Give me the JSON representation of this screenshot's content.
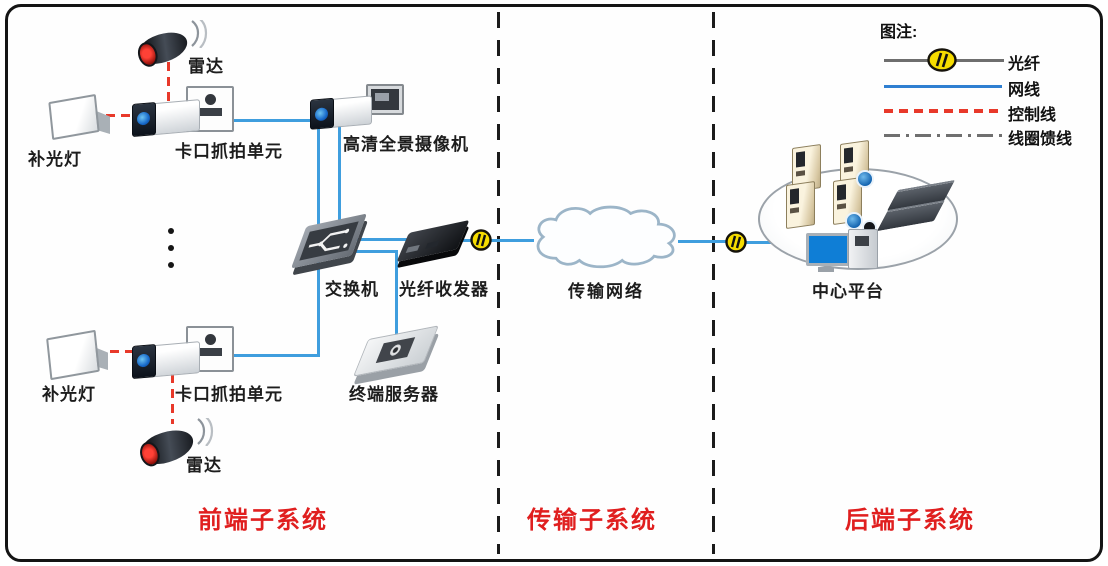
{
  "legend": {
    "title": "图注:",
    "items": [
      {
        "label": "光纤",
        "style": "fiber-with-connector",
        "color": "#6e6e6e"
      },
      {
        "label": "网线",
        "style": "solid",
        "color": "#2f7fd1"
      },
      {
        "label": "控制线",
        "style": "dashed",
        "color": "#e8392a"
      },
      {
        "label": "线圈馈线",
        "style": "dash-dot",
        "color": "#6f6f6f"
      }
    ]
  },
  "zones": {
    "front": "前端子系统",
    "transmission": "传输子系统",
    "back": "后端子系统"
  },
  "nodes": {
    "radar_top": "雷达",
    "fill_light_top": "补光灯",
    "capture_unit_top": "卡口抓拍单元",
    "panoramic_camera": "高清全景摄像机",
    "switch": "交换机",
    "fiber_transceiver": "光纤收发器",
    "terminal_server": "终端服务器",
    "cloud": "传输网络",
    "center_platform": "中心平台",
    "capture_unit_bottom": "卡口抓拍单元",
    "fill_light_bottom": "补光灯",
    "radar_bottom": "雷达"
  },
  "colors": {
    "network_line": "#3f9ede",
    "control_line": "#e8392a",
    "fiber_line": "#6e6e6e",
    "zone_label": "#e01f1f",
    "fiber_connector_fill": "#f6dc00"
  }
}
